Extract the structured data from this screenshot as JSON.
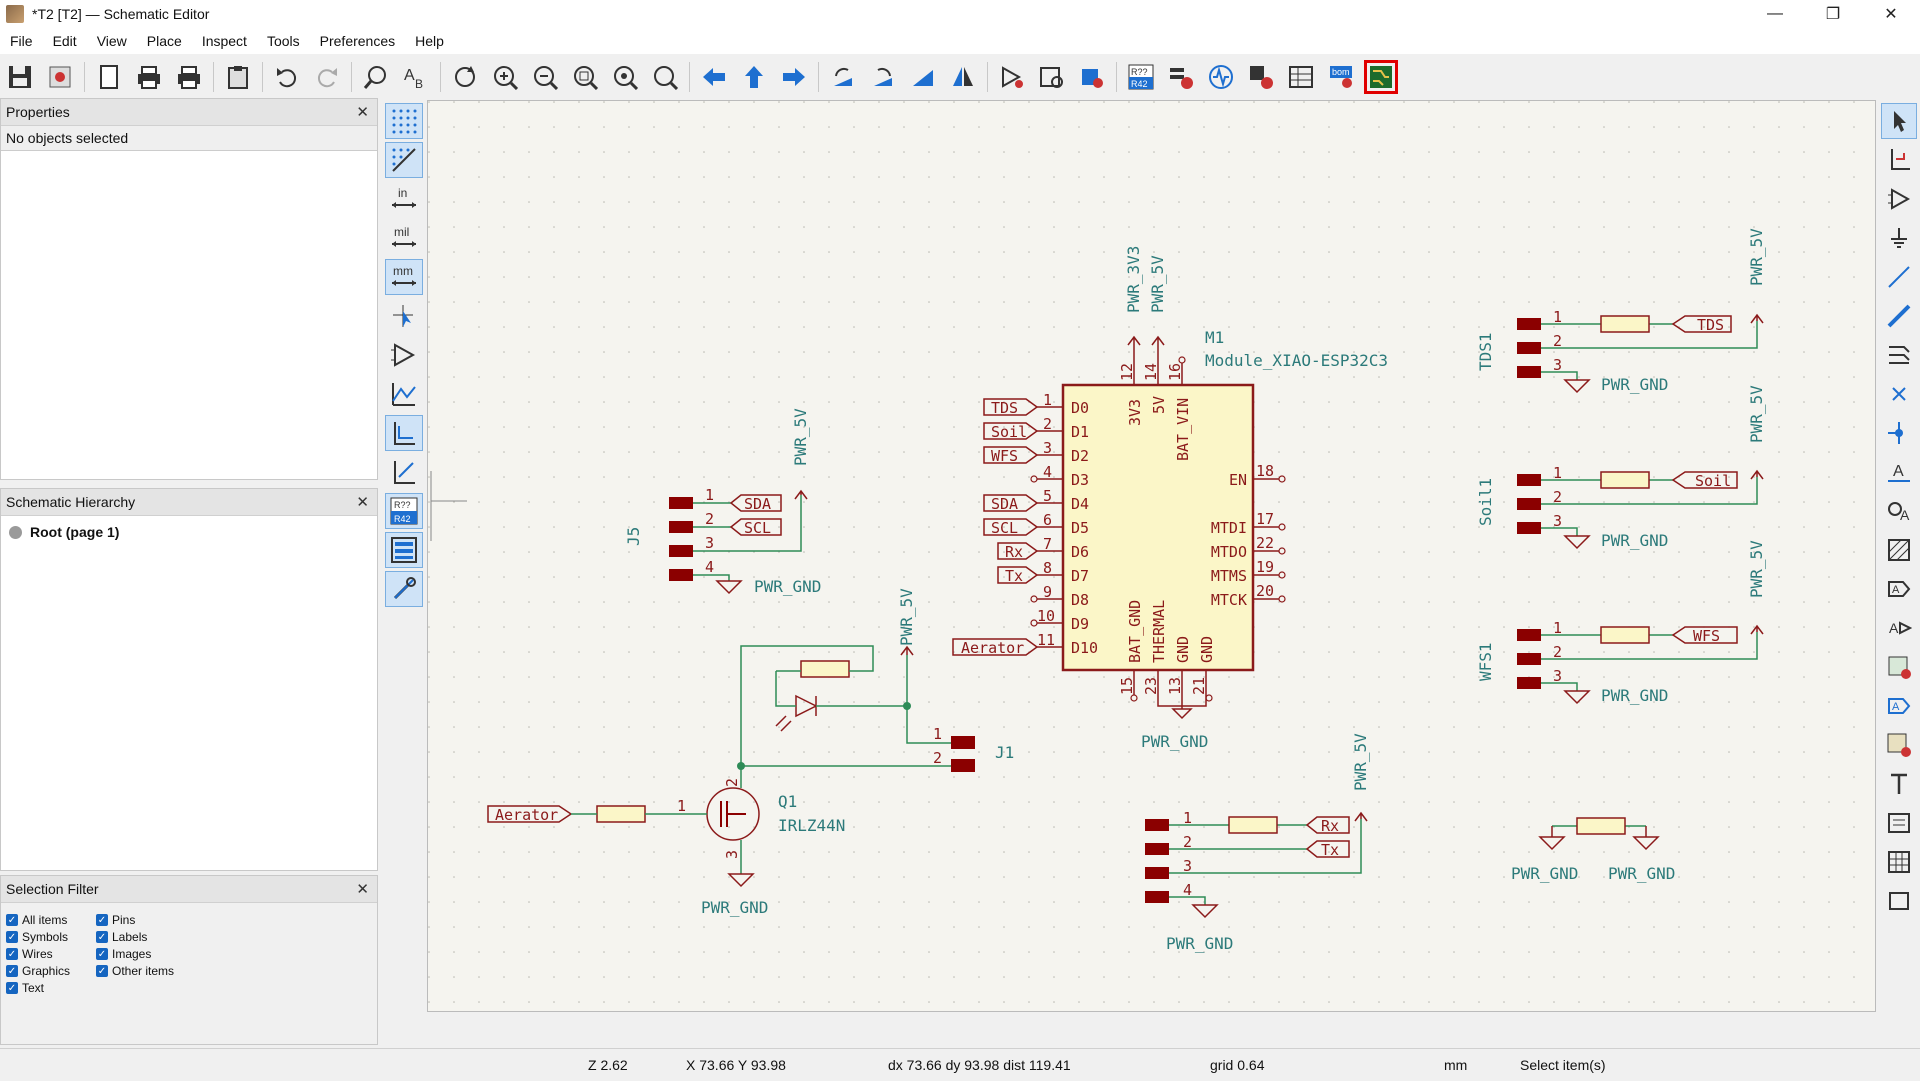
{
  "window": {
    "title": "*T2 [T2] — Schematic Editor",
    "minimize": "—",
    "restore": "❐",
    "close": "✕"
  },
  "menu": [
    "File",
    "Edit",
    "View",
    "Place",
    "Inspect",
    "Tools",
    "Preferences",
    "Help"
  ],
  "properties_panel": {
    "title": "Properties",
    "close": "✕",
    "status": "No objects selected"
  },
  "hierarchy_panel": {
    "title": "Schematic Hierarchy",
    "close": "✕",
    "root": "Root (page 1)"
  },
  "selection_filter": {
    "title": "Selection Filter",
    "close": "✕",
    "items": [
      {
        "label": "All items",
        "checked": true
      },
      {
        "label": "Pins",
        "checked": true
      },
      {
        "label": "Symbols",
        "checked": true
      },
      {
        "label": "Labels",
        "checked": true
      },
      {
        "label": "Wires",
        "checked": true
      },
      {
        "label": "Images",
        "checked": true
      },
      {
        "label": "Graphics",
        "checked": true
      },
      {
        "label": "Other items",
        "checked": true
      },
      {
        "label": "Text",
        "checked": true
      }
    ]
  },
  "left_tools": {
    "units_in": "in",
    "units_mil": "mil",
    "units_mm": "mm"
  },
  "status": {
    "zoom": "Z 2.62",
    "xy": "X 73.66  Y 93.98",
    "delta": "dx 73.66  dy 93.98  dist 119.41",
    "grid": "grid 0.64",
    "units": "mm",
    "mode": "Select item(s)"
  },
  "schematic": {
    "module": {
      "ref": "M1",
      "value": "Module_XIAO-ESP32C3",
      "left_pins": [
        [
          "1",
          "D0"
        ],
        [
          "2",
          "D1"
        ],
        [
          "3",
          "D2"
        ],
        [
          "4",
          "D3"
        ],
        [
          "5",
          "D4"
        ],
        [
          "6",
          "D5"
        ],
        [
          "7",
          "D6"
        ],
        [
          "8",
          "D7"
        ],
        [
          "9",
          "D8"
        ],
        [
          "10",
          "D9"
        ],
        [
          "11",
          "D10"
        ]
      ],
      "right_pins": [
        [
          "18",
          "EN"
        ],
        [
          "17",
          "MTDI"
        ],
        [
          "22",
          "MTDO"
        ],
        [
          "19",
          "MTMS"
        ],
        [
          "20",
          "MTCK"
        ]
      ],
      "top_pins": [
        [
          "12",
          "3V3"
        ],
        [
          "14",
          "5V"
        ],
        [
          "16",
          "BAT_VIN"
        ]
      ],
      "bottom_pins": [
        [
          "15",
          "BAT_GND"
        ],
        [
          "23",
          "THERMAL"
        ],
        [
          "13",
          "GND"
        ],
        [
          "21",
          "GND"
        ]
      ],
      "left_labels": [
        "TDS",
        "Soil",
        "WFS",
        "",
        "SDA",
        "SCL",
        "Rx",
        "Tx",
        "",
        "",
        "Aerator"
      ]
    },
    "power_5v": "PWR_5V",
    "power_3v3": "PWR_3V3",
    "gnd": "PWR_GND",
    "j5": {
      "ref": "J5",
      "labels": [
        "SDA",
        "SCL"
      ],
      "pins": [
        "1",
        "2",
        "3",
        "4"
      ]
    },
    "j1": {
      "ref": "J1",
      "pins": [
        "1",
        "2"
      ]
    },
    "q1": {
      "ref": "Q1",
      "value": "IRLZ44N",
      "pins": [
        "1",
        "2",
        "3"
      ],
      "label": "Aerator"
    },
    "tds1": {
      "ref": "TDS1",
      "label": "TDS",
      "pins": [
        "1",
        "2",
        "3"
      ]
    },
    "soil1": {
      "ref": "Soil1",
      "label": "Soil",
      "pins": [
        "1",
        "2",
        "3"
      ]
    },
    "wfs1": {
      "ref": "WFS1",
      "label": "WFS",
      "pins": [
        "1",
        "2",
        "3"
      ]
    },
    "uart": {
      "labels": [
        "Rx",
        "Tx"
      ],
      "pins": [
        "1",
        "2",
        "3",
        "4"
      ]
    }
  }
}
